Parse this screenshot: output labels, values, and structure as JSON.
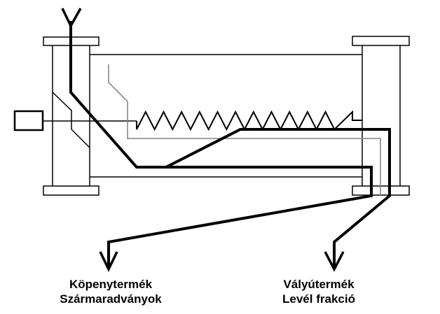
{
  "diagram": {
    "description": "Schematic of a drum/trough separator with screw conveyor, motor drive, feed inlet and two product outlets",
    "colors": {
      "stroke": "#000000",
      "secondary_stroke": "#808080",
      "background": "#ffffff"
    },
    "components": [
      {
        "id": "feed-inlet",
        "icon": "feed-arrow-y"
      },
      {
        "id": "motor",
        "icon": "motor-box"
      },
      {
        "id": "drive-shaft",
        "icon": "shaft-line"
      },
      {
        "id": "screw-conveyor",
        "icon": "zigzag-spiral"
      },
      {
        "id": "left-column",
        "icon": "column"
      },
      {
        "id": "right-column",
        "icon": "column"
      },
      {
        "id": "drum-body",
        "icon": "rectangle"
      },
      {
        "id": "output-shell",
        "icon": "down-arrow"
      },
      {
        "id": "output-trough",
        "icon": "down-arrow"
      }
    ],
    "outputs": {
      "left": {
        "line1": "Köpenytermék",
        "line2": "Szármaradványok"
      },
      "right": {
        "line1": "Vályútermék",
        "line2": "Levél frakció"
      }
    }
  }
}
